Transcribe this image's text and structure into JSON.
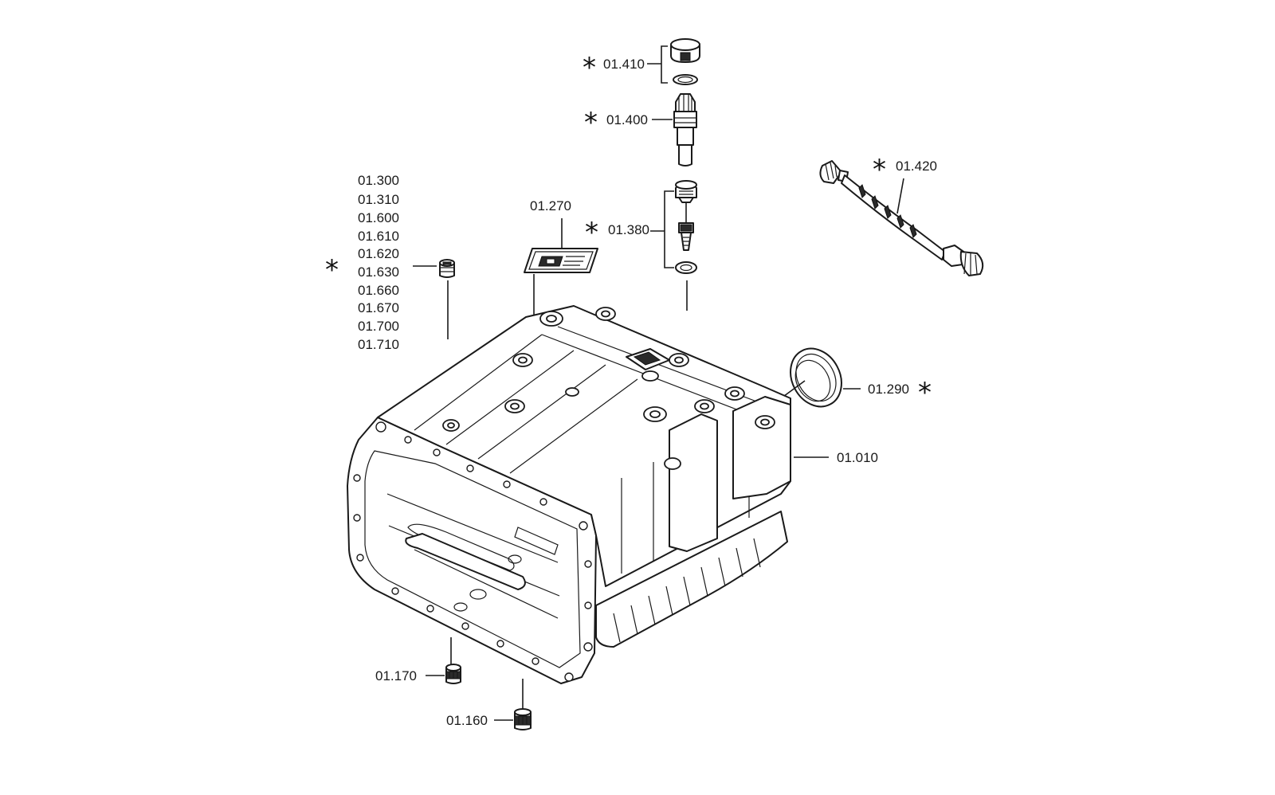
{
  "labels": {
    "p01_410": "01.410",
    "p01_400": "01.400",
    "p01_420": "01.420",
    "p01_380": "01.380",
    "p01_270": "01.270",
    "p01_290": "01.290",
    "p01_010": "01.010",
    "p01_170": "01.170",
    "p01_160": "01.160",
    "group": [
      "01.300",
      "01.310",
      "01.600",
      "01.610",
      "01.620",
      "01.630",
      "01.660",
      "01.670",
      "01.700",
      "01.710"
    ]
  },
  "asterisk": "*"
}
